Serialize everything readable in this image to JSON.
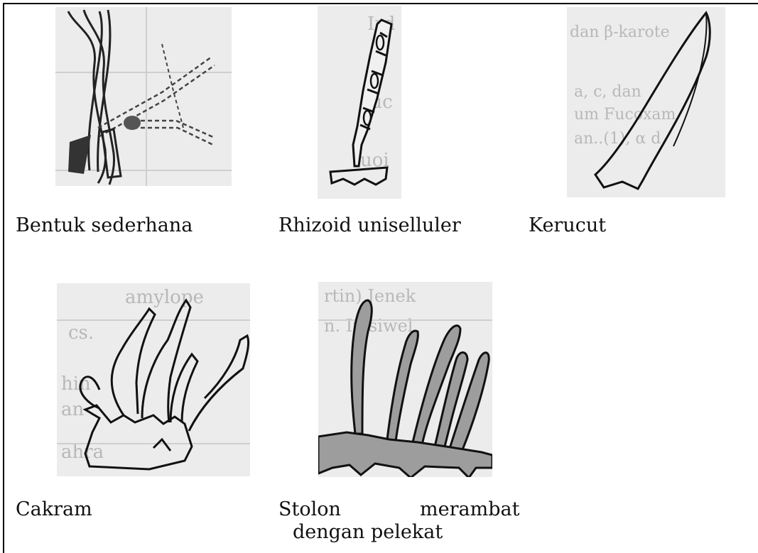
{
  "figures": [
    {
      "caption_line1": "Bentuk sederhana",
      "icon": "simple-form-drawing"
    },
    {
      "caption_line1": "Rhizoid uniselluler",
      "icon": "unicellular-rhizoid-drawing"
    },
    {
      "caption_line1": "Kerucut",
      "icon": "cone-drawing"
    },
    {
      "caption_line1": "Cakram",
      "icon": "disc-holdfast-drawing"
    },
    {
      "caption_line1": "Stolon",
      "caption_line1b": "merambat",
      "caption_line2": "dengan pelekat",
      "icon": "creeping-stolon-drawing"
    }
  ]
}
